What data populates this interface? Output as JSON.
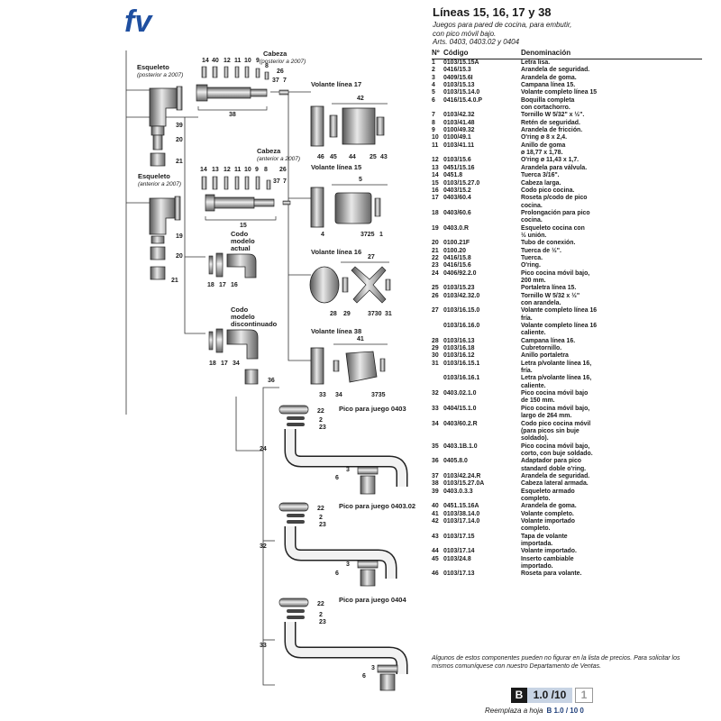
{
  "logo": {
    "text": "fv",
    "color": "#1f4fa0"
  },
  "header": {
    "title": "Líneas 15, 16, 17 y 38",
    "subtitle_lines": [
      "Juegos para pared de cocina, para embutir,",
      "con pico móvil bajo.",
      "Arts. 0403, 0403.02 y 0404"
    ]
  },
  "table": {
    "headers": [
      "Nº",
      "Código",
      "Denominación"
    ],
    "rows": [
      [
        "1",
        "0103/15.15A",
        "Letra lisa."
      ],
      [
        "2",
        "0416/15.3",
        "Arandela de seguridad."
      ],
      [
        "3",
        "0409/15.6I",
        "Arandela de goma."
      ],
      [
        "4",
        "0103/15.13",
        "Campana línea 15."
      ],
      [
        "5",
        "0103/15.14.0",
        "Volante completo línea 15"
      ],
      [
        "6",
        "0416/15.4.0.P",
        "Boquilla completa"
      ],
      [
        "",
        "",
        "con cortachorro."
      ],
      [
        "7",
        "0103/42.32",
        "Tornillo W 5/32\" x ½\"."
      ],
      [
        "8",
        "0103/41.48",
        "Retén de seguridad."
      ],
      [
        "9",
        "0100/49.32",
        "Arandela de fricción."
      ],
      [
        "10",
        "0100/49.1",
        "O'ring ø 8 x 2,4."
      ],
      [
        "11",
        "0103/41.11",
        "Anillo de goma"
      ],
      [
        "",
        "",
        "ø 18,77 x 1,78."
      ],
      [
        "12",
        "0103/15.6",
        "O'ring ø 11,43 x 1,7."
      ],
      [
        "13",
        "0451/15.16",
        "Arandela para válvula."
      ],
      [
        "14",
        "0451.8",
        "Tuerca 3/16\"."
      ],
      [
        "15",
        "0103/15.27.0",
        "Cabeza larga."
      ],
      [
        "16",
        "0403/15.2",
        "Codo pico cocina."
      ],
      [
        "17",
        "0403/60.4",
        "Roseta p/codo de pico"
      ],
      [
        "",
        "",
        "cocina."
      ],
      [
        "18",
        "0403/60.6",
        "Prolongación para pico"
      ],
      [
        "",
        "",
        "cocina."
      ],
      [
        "19",
        "0403.0.R",
        "Esqueleto cocina con"
      ],
      [
        "",
        "",
        "½ unión."
      ],
      [
        "20",
        "0100.21F",
        "Tubo de conexión."
      ],
      [
        "21",
        "0100.20",
        "Tuerca de ½\"."
      ],
      [
        "22",
        "0416/15.8",
        "Tuerca."
      ],
      [
        "23",
        "0416/15.6",
        "O'ring."
      ],
      [
        "24",
        "0406/92.2.0",
        "Pico cocina móvil bajo,"
      ],
      [
        "",
        "",
        "200 mm."
      ],
      [
        "25",
        "0103/15.23",
        "Portaletra línea 15."
      ],
      [
        "26",
        "0103/42.32.0",
        "Tornillo W 5/32 x ½\""
      ],
      [
        "",
        "",
        "con arandela."
      ],
      [
        "27",
        "0103/16.15.0",
        "Volante completo línea 16"
      ],
      [
        "",
        "",
        "fría."
      ],
      [
        "",
        "0103/16.16.0",
        "Volante completo línea 16"
      ],
      [
        "",
        "",
        "caliente."
      ],
      [
        "28",
        "0103/16.13",
        "Campana línea 16."
      ],
      [
        "29",
        "0103/16.18",
        "Cubretornillo."
      ],
      [
        "30",
        "0103/16.12",
        "Anillo portaletra"
      ],
      [
        "31",
        "0103/16.15.1",
        "Letra p/volante línea 16,"
      ],
      [
        "",
        "",
        "fría."
      ],
      [
        "",
        "0103/16.16.1",
        "Letra p/volante línea 16,"
      ],
      [
        "",
        "",
        "caliente."
      ],
      [
        "32",
        "0403.02.1.0",
        "Pico cocina móvil bajo"
      ],
      [
        "",
        "",
        "de 150 mm."
      ],
      [
        "33",
        "0404/15.1.0",
        "Pico cocina móvil bajo,"
      ],
      [
        "",
        "",
        "largo de 264 mm."
      ],
      [
        "34",
        "0403/60.2.R",
        "Codo pico cocina móvil"
      ],
      [
        "",
        "",
        "(para picos sin buje"
      ],
      [
        "",
        "",
        "soldado)."
      ],
      [
        "35",
        "0403.1B.1.0",
        "Pico cocina móvil bajo,"
      ],
      [
        "",
        "",
        "corto, con buje soldado."
      ],
      [
        "36",
        "0405.8.0",
        "Adaptador para pico"
      ],
      [
        "",
        "",
        "standard doble o'ring."
      ],
      [
        "37",
        "0103/42.24.R",
        "Arandela de seguridad."
      ],
      [
        "38",
        "0103/15.27.0A",
        "Cabeza lateral armada."
      ],
      [
        "39",
        "0403.0.3.3",
        "Esqueleto armado"
      ],
      [
        "",
        "",
        "completo."
      ],
      [
        "40",
        "0451.15.16A",
        "Arandela de goma."
      ],
      [
        "41",
        "0103/38.14.0",
        "Volante completo."
      ],
      [
        "42",
        "0103/17.14.0",
        "Volante importado"
      ],
      [
        "",
        "",
        "completo."
      ],
      [
        "43",
        "0103/17.15",
        "Tapa de volante"
      ],
      [
        "",
        "",
        "importada."
      ],
      [
        "44",
        "0103/17.14",
        "Volante importado."
      ],
      [
        "45",
        "0103/24.8",
        "Inserto cambiable"
      ],
      [
        "",
        "",
        "importado."
      ],
      [
        "46",
        "0103/17.13",
        "Roseta para volante."
      ]
    ]
  },
  "footnote": "Algunos de estos componentes pueden no figurar en la lista de precios. Para solicitar los mismos comuníquese con nuestro Departamento de Ventas.",
  "code_box": {
    "letter": "B",
    "main": "1.0 /10",
    "rev": "1"
  },
  "replaces": {
    "text": "Reemplaza a hoja",
    "code": "B  1.0 / 10  0"
  },
  "diagram": {
    "esqueleto_1": "Esqueleto",
    "esqueleto_1_sub": "(posterior a 2007)",
    "esqueleto_2": "Esqueleto",
    "esqueleto_2_sub": "(anterior a 2007)",
    "cabeza_1": "Cabeza",
    "cabeza_1_sub": "(posterior a 2007)",
    "cabeza_2": "Cabeza",
    "cabeza_2_sub": "(anterior a 2007)",
    "codo_actual": [
      "Codo",
      "modelo",
      "actual"
    ],
    "codo_disc": [
      "Codo",
      "modelo",
      "discontinuado"
    ],
    "volante_17": "Volante línea 17",
    "volante_15": "Volante línea 15",
    "volante_16": "Volante línea 16",
    "volante_38": "Volante línea 38",
    "pico_0403": "Pico para juego 0403",
    "pico_040302": "Pico para juego 0403.02",
    "pico_0404": "Pico para juego 0404",
    "callouts": {
      "c14a": "14",
      "c40": "40",
      "c12a": "12",
      "c11a": "11",
      "c10a": "10",
      "c9a": "9",
      "c8a": "8",
      "c26a": "26",
      "c37a": "37",
      "c7a": "7",
      "c38": "38",
      "c39": "39",
      "c20a": "20",
      "c21a": "21",
      "c14b": "14",
      "c13": "13",
      "c12b": "12",
      "c11b": "11",
      "c10b": "10",
      "c9b": "9",
      "c8b": "8",
      "c26b": "26",
      "c37b": "37",
      "c7b": "7",
      "c15": "15",
      "c19": "19",
      "c20b": "20",
      "c21b": "21",
      "c18a": "18",
      "c17a": "17",
      "c16": "16",
      "c18b": "18",
      "c17b": "17",
      "c34": "34",
      "c36": "36",
      "c42": "42",
      "c46": "46",
      "c45": "45",
      "c44": "44",
      "c25a": "25",
      "c43": "43",
      "c5": "5",
      "c4": "4",
      "c3725a": "3725",
      "c1": "1",
      "c27": "27",
      "c28": "28",
      "c29": "29",
      "c3730": "3730",
      "c31": "31",
      "c41": "41",
      "c33": "33",
      "c34b": "34",
      "c3735": "3735",
      "p1_22": "22",
      "p1_2": "2",
      "p1_23": "23",
      "p1_24": "24",
      "p1_3": "3",
      "p1_6": "6",
      "p2_22": "22",
      "p2_2": "2",
      "p2_23": "23",
      "p2_32": "32",
      "p2_3": "3",
      "p2_6": "6",
      "p3_22": "22",
      "p3_2": "2",
      "p3_23": "23",
      "p3_33": "33",
      "p3_3": "3",
      "p3_6": "6"
    }
  }
}
